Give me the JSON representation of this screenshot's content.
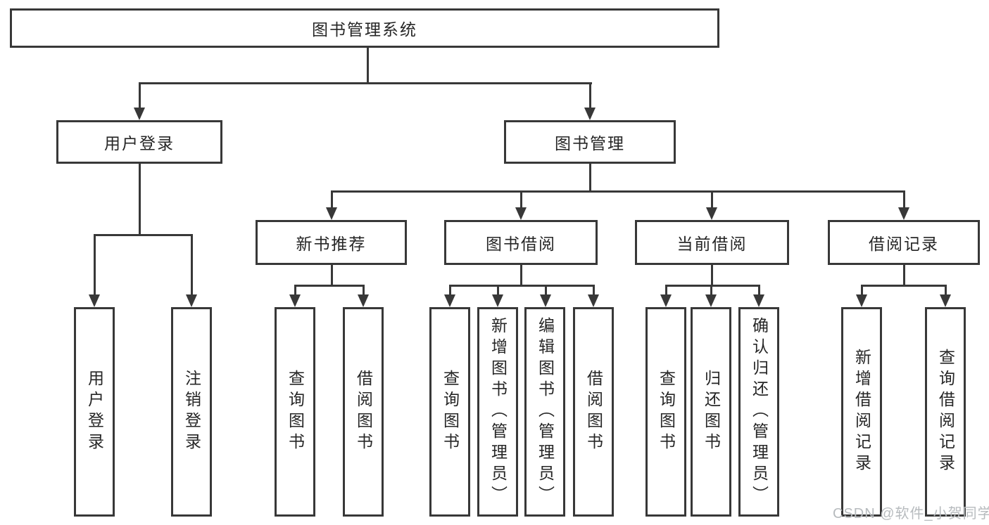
{
  "diagram": {
    "title": "图书管理系统",
    "root": {
      "label": "图书管理系统"
    },
    "level2": [
      {
        "id": "user-login",
        "label": "用户登录"
      },
      {
        "id": "book-management",
        "label": "图书管理"
      }
    ],
    "level3": [
      {
        "id": "new-book-recommendation",
        "label": "新书推荐"
      },
      {
        "id": "book-borrowing",
        "label": "图书借阅"
      },
      {
        "id": "current-borrowing",
        "label": "当前借阅"
      },
      {
        "id": "borrowing-records",
        "label": "借阅记录"
      }
    ],
    "leaves": [
      {
        "parent": "user-login",
        "label": "用户登录"
      },
      {
        "parent": "user-login",
        "label": "注销登录"
      },
      {
        "parent": "new-book-recommendation",
        "label": "查询图书"
      },
      {
        "parent": "new-book-recommendation",
        "label": "借阅图书"
      },
      {
        "parent": "book-borrowing",
        "label": "查询图书"
      },
      {
        "parent": "book-borrowing",
        "label": "新增图书（管理员）"
      },
      {
        "parent": "book-borrowing",
        "label": "编辑图书（管理员）"
      },
      {
        "parent": "book-borrowing",
        "label": "借阅图书"
      },
      {
        "parent": "current-borrowing",
        "label": "查询图书"
      },
      {
        "parent": "current-borrowing",
        "label": "归还图书"
      },
      {
        "parent": "current-borrowing",
        "label": "确认归还（管理员）"
      },
      {
        "parent": "borrowing-records",
        "label": "新增借阅记录"
      },
      {
        "parent": "borrowing-records",
        "label": "查询借阅记录"
      }
    ]
  },
  "watermark": {
    "text": "CSDN @软件_小贺同学",
    "color": "#b7bbbe"
  },
  "colors": {
    "line": "#383838",
    "text": "#262626",
    "background": "#ffffff"
  }
}
